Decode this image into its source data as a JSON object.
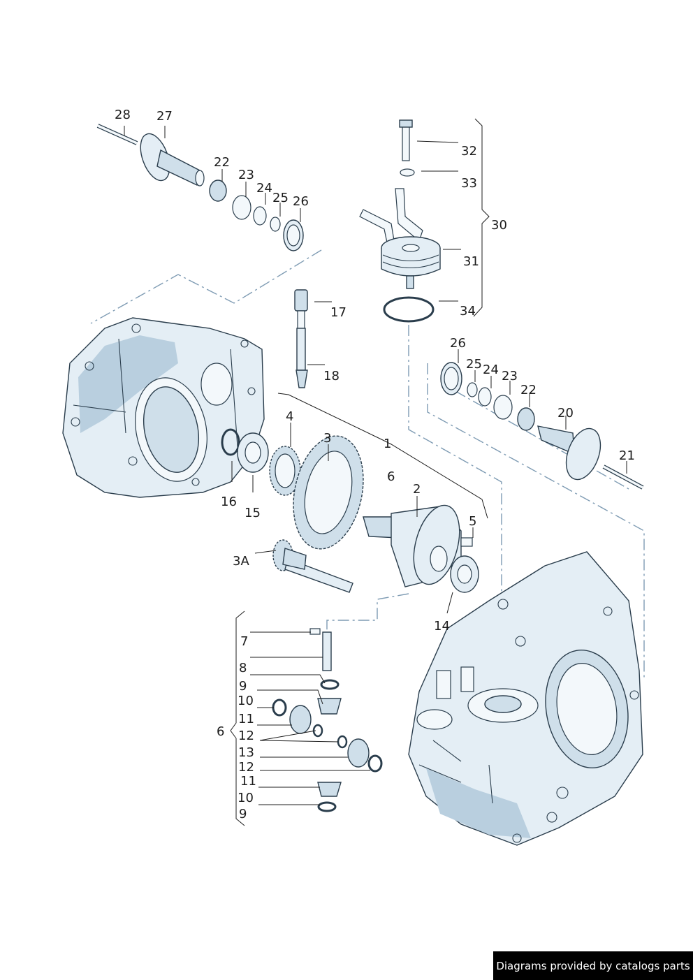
{
  "labels": {
    "l1": "1",
    "l2": "2",
    "l3": "3",
    "l3a": "3A",
    "l4": "4",
    "l5": "5",
    "l6a": "6",
    "l6b": "6",
    "l7": "7",
    "l8": "8",
    "l9a": "9",
    "l9b": "9",
    "l10a": "10",
    "l10b": "10",
    "l11a": "11",
    "l11b": "11",
    "l12a": "12",
    "l12b": "12",
    "l13": "13",
    "l14": "14",
    "l15": "15",
    "l16": "16",
    "l17": "17",
    "l18": "18",
    "l20": "20",
    "l21": "21",
    "l22a": "22",
    "l22b": "22",
    "l23a": "23",
    "l23b": "23",
    "l24a": "24",
    "l24b": "24",
    "l25a": "25",
    "l25b": "25",
    "l26a": "26",
    "l26b": "26",
    "l27": "27",
    "l28": "28",
    "l30": "30",
    "l31": "31",
    "l32": "32",
    "l33": "33",
    "l34": "34"
  },
  "credit": "Diagrams provided by catalogs parts"
}
